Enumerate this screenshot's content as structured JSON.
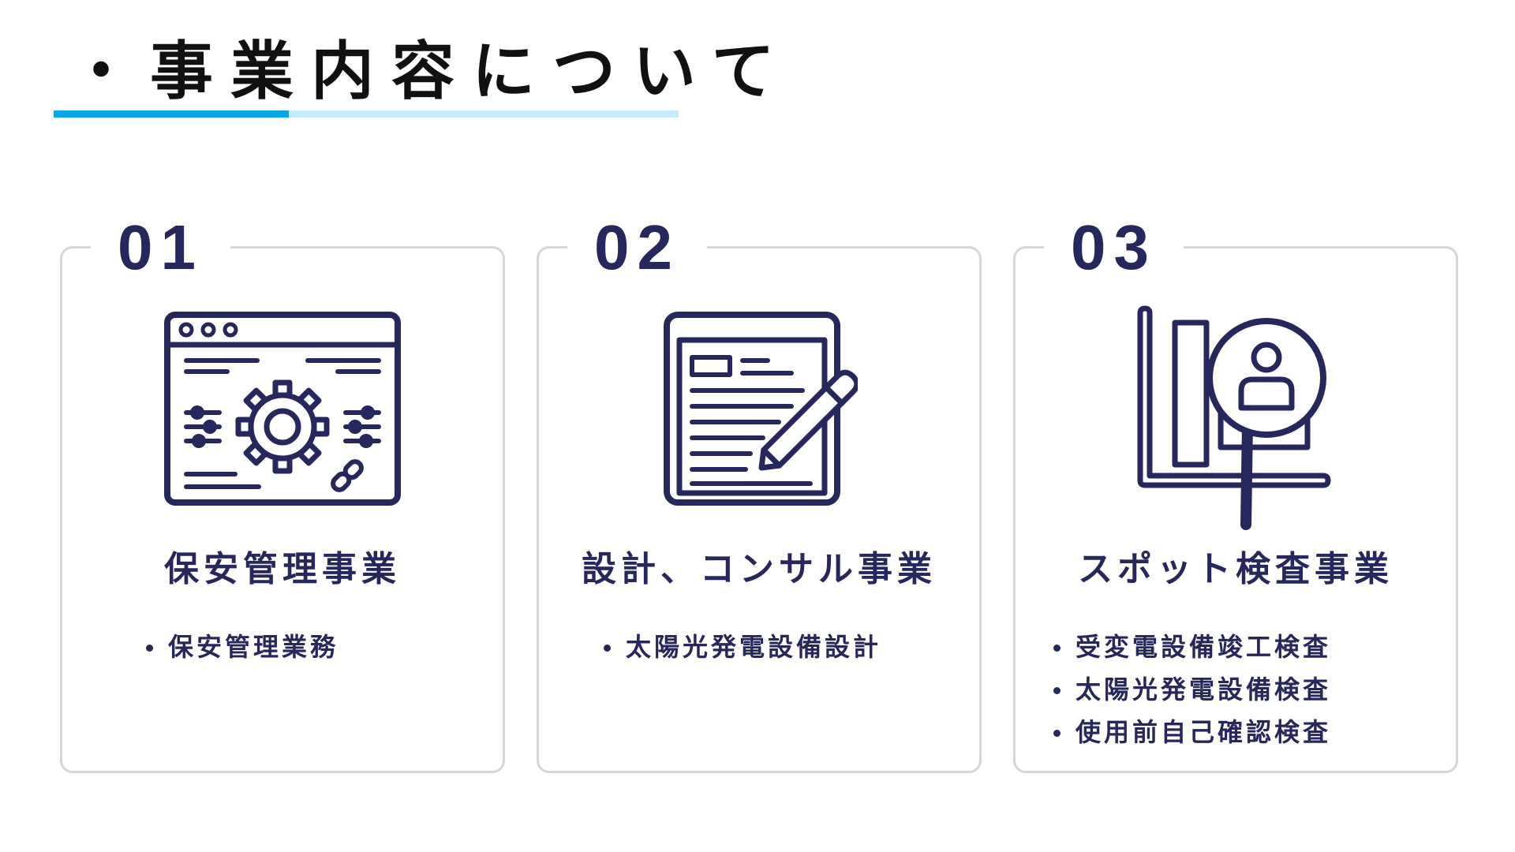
{
  "title": "・事業内容について",
  "colors": {
    "accent": "#0aa6e8",
    "accent_light": "#c6ecfb",
    "navy": "#26275c",
    "border": "#d6d6d6"
  },
  "cards": [
    {
      "number": "01",
      "icon": "web-settings-gear-icon",
      "heading": "保安管理事業",
      "items": [
        "保安管理業務"
      ]
    },
    {
      "number": "02",
      "icon": "document-edit-pencil-icon",
      "heading": "設計、コンサル事業",
      "items": [
        "太陽光発電設備設計"
      ]
    },
    {
      "number": "03",
      "icon": "chart-magnifier-user-icon",
      "heading": "スポット検査事業",
      "items": [
        "受変電設備竣工検査",
        "太陽光発電設備検査",
        "使用前自己確認検査"
      ]
    }
  ]
}
